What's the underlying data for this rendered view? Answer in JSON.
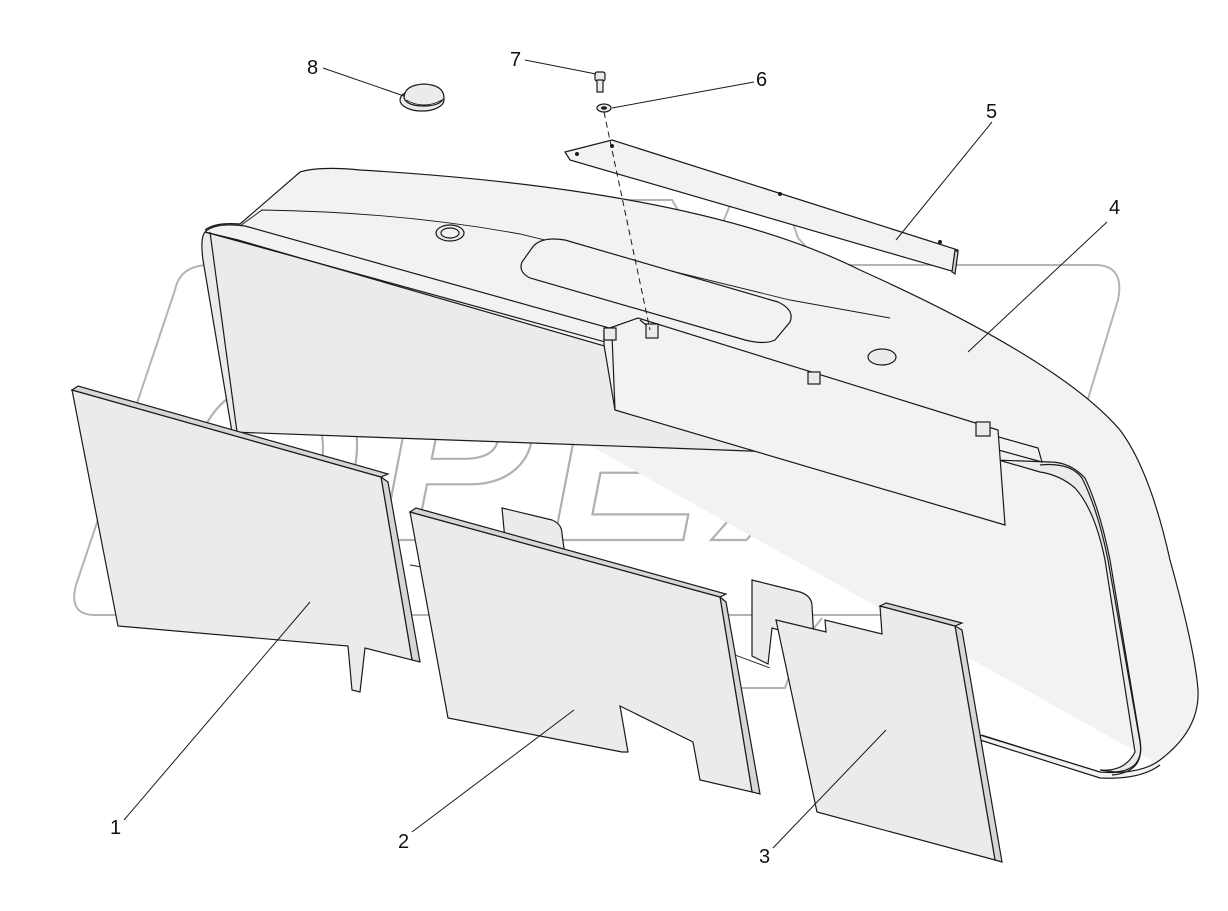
{
  "diagram": {
    "type": "exploded-parts-view",
    "watermark": {
      "text": "OPEX",
      "color": "#b0b0b0"
    },
    "callouts": [
      {
        "id": "1",
        "label": "1"
      },
      {
        "id": "2",
        "label": "2"
      },
      {
        "id": "3",
        "label": "3"
      },
      {
        "id": "4",
        "label": "4"
      },
      {
        "id": "5",
        "label": "5"
      },
      {
        "id": "6",
        "label": "6"
      },
      {
        "id": "7",
        "label": "7"
      },
      {
        "id": "8",
        "label": "8"
      }
    ],
    "colors": {
      "line": "#1a1a1a",
      "part_fill": "#ebebeb",
      "background": "#ffffff"
    }
  }
}
